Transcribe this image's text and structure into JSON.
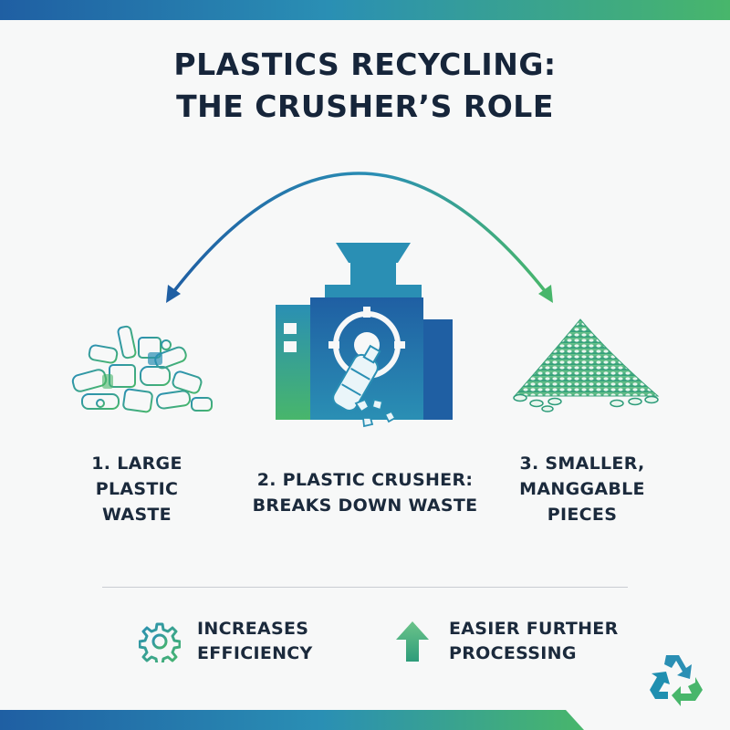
{
  "title": {
    "line1": "PLASTICS RECYCLING:",
    "line2": "THE CRUSHER’S ROLE"
  },
  "steps": [
    {
      "lines": [
        "1. LARGE",
        "PLASTIC",
        "WASTE"
      ],
      "icon": "plastic-waste-pile-icon"
    },
    {
      "lines": [
        "2. PLASTIC CRUSHER:",
        "BREAKS DOWN WASTE"
      ],
      "icon": "crusher-machine-icon"
    },
    {
      "lines": [
        "3. SMALLER,",
        "MANGGABLE",
        "PIECES"
      ],
      "icon": "plastic-flakes-pile-icon"
    }
  ],
  "benefits": [
    {
      "lines": [
        "INCREASES",
        "EFFICIENCY"
      ],
      "icon": "gear-icon"
    },
    {
      "lines": [
        "EASIER FURTHER",
        "PROCESSING"
      ],
      "icon": "up-arrow-icon"
    }
  ],
  "colors": {
    "navy": "#16253a",
    "blue": "#1f5fa3",
    "teal": "#2a8fb4",
    "green": "#48b66b"
  },
  "logo": "recycle-icon"
}
